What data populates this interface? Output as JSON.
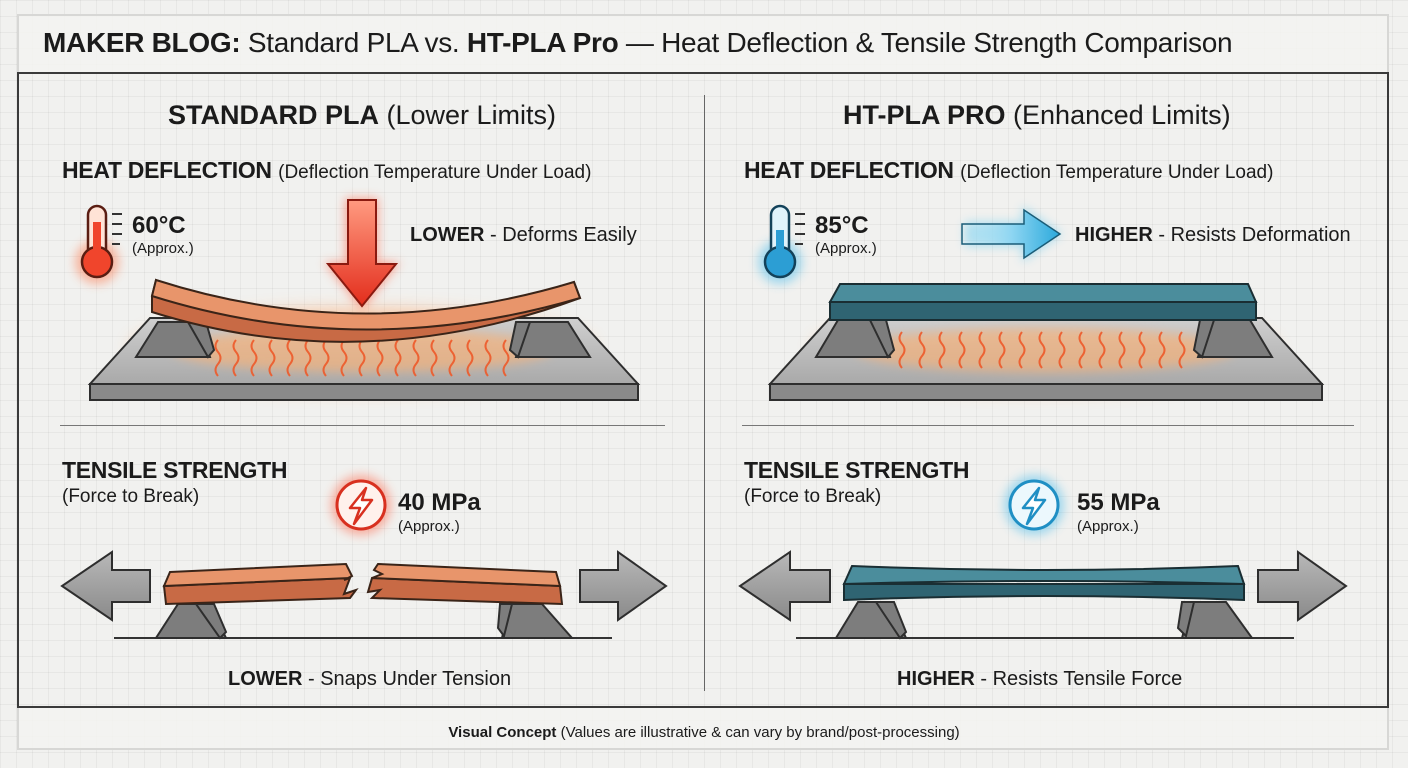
{
  "header": {
    "title_prefix": "MAKER BLOG:",
    "title_std": "Standard PLA vs.",
    "title_pro": "HT-PLA Pro",
    "title_suffix": "— Heat Deflection & Tensile Strength Comparison"
  },
  "left": {
    "heading_bold": "STANDARD PLA",
    "heading_rest": "(Lower Limits)",
    "heat": {
      "title_bold": "HEAT DEFLECTION",
      "title_rest": "(Deflection Temperature Under Load)",
      "value": "60°C",
      "approx": "(Approx.)",
      "desc_bold": "LOWER",
      "desc_rest": "- Deforms Easily"
    },
    "tensile": {
      "title": "TENSILE STRENGTH",
      "subtitle": "(Force to Break)",
      "value": "40 MPa",
      "approx": "(Approx.)",
      "desc_bold": "LOWER",
      "desc_rest": "- Snaps Under Tension"
    }
  },
  "right": {
    "heading_bold": "HT-PLA PRO",
    "heading_rest": "(Enhanced Limits)",
    "heat": {
      "title_bold": "HEAT DEFLECTION",
      "title_rest": "(Deflection Temperature Under Load)",
      "value": "85°C",
      "approx": "(Approx.)",
      "desc_bold": "HIGHER",
      "desc_rest": "- Resists Deformation"
    },
    "tensile": {
      "title": "TENSILE STRENGTH",
      "subtitle": "(Force to Break)",
      "value": "55 MPa",
      "approx": "(Approx.)",
      "desc_bold": "HIGHER",
      "desc_rest": "- Resists Tensile Force"
    }
  },
  "footer": {
    "bold": "Visual Concept",
    "rest": "(Values are illustrative & can vary by brand/post-processing)"
  },
  "colors": {
    "standard_bar": "#e8956b",
    "standard_accent": "#e8402a",
    "pro_bar": "#3f7f8e",
    "pro_accent": "#2aa9dc",
    "heat_glow": "#ff8a3d",
    "support_gray": "#8e8e8e"
  },
  "icons": [
    "thermometer-hot-icon",
    "thermometer-cool-icon",
    "down-arrow-icon",
    "right-arrow-icon",
    "lightning-bolt-icon",
    "left-pull-arrow-icon",
    "right-pull-arrow-icon",
    "heat-wave-icon"
  ]
}
